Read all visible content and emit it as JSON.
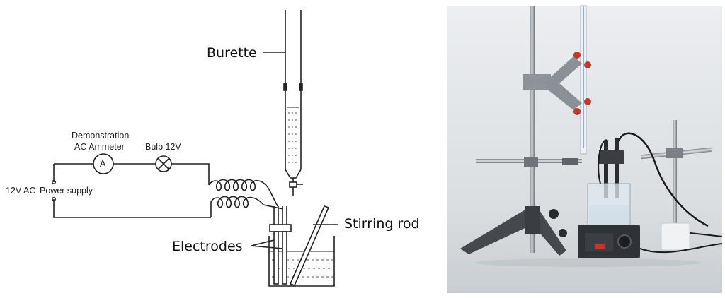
{
  "schematic": {
    "labels": {
      "burette": "Burette",
      "demonstration": "Demonstration",
      "ac_ammeter": "AC Ammeter",
      "bulb": "Bulb 12V",
      "ammeter_symbol": "A",
      "power_supply_prefix": "12V AC",
      "power_supply": "Power supply",
      "stirring_rod": "Stirring rod",
      "electrodes": "Electrodes"
    }
  },
  "photo": {
    "description_icon": "lab-apparatus-photo",
    "colors": {
      "background_top": "#e6e9ec",
      "background_bottom": "#cfd4d8",
      "metal": "#9aa0a6",
      "knob_red": "#c0392b",
      "base_dark": "#3a3d41",
      "cable": "#1c1c1c"
    }
  }
}
